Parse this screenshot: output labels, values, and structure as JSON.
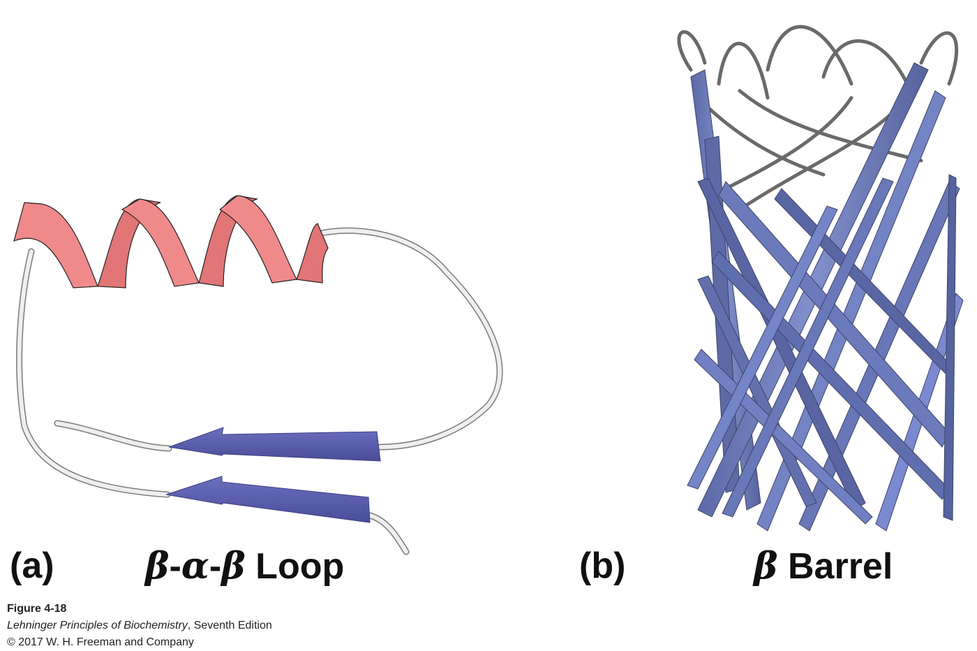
{
  "panel_a": {
    "letter": "(a)",
    "title_greek_1": "β",
    "sep_1": "-",
    "title_greek_2": "α",
    "sep_2": "-",
    "title_greek_3": "β",
    "title_word": " Loop"
  },
  "panel_b": {
    "letter": "(b)",
    "title_greek": "β",
    "title_word": " Barrel"
  },
  "caption": {
    "figure": "Figure 4-18",
    "book": "Lehninger Principles of Biochemistry",
    "edition": ", Seventh Edition",
    "copyright": "© 2017 W. H. Freeman and Company"
  },
  "colors": {
    "helix": "#f08a8a",
    "strand": "#5b5ea8",
    "barrel_strand": "#6d80bd",
    "coil": "#ececec"
  }
}
